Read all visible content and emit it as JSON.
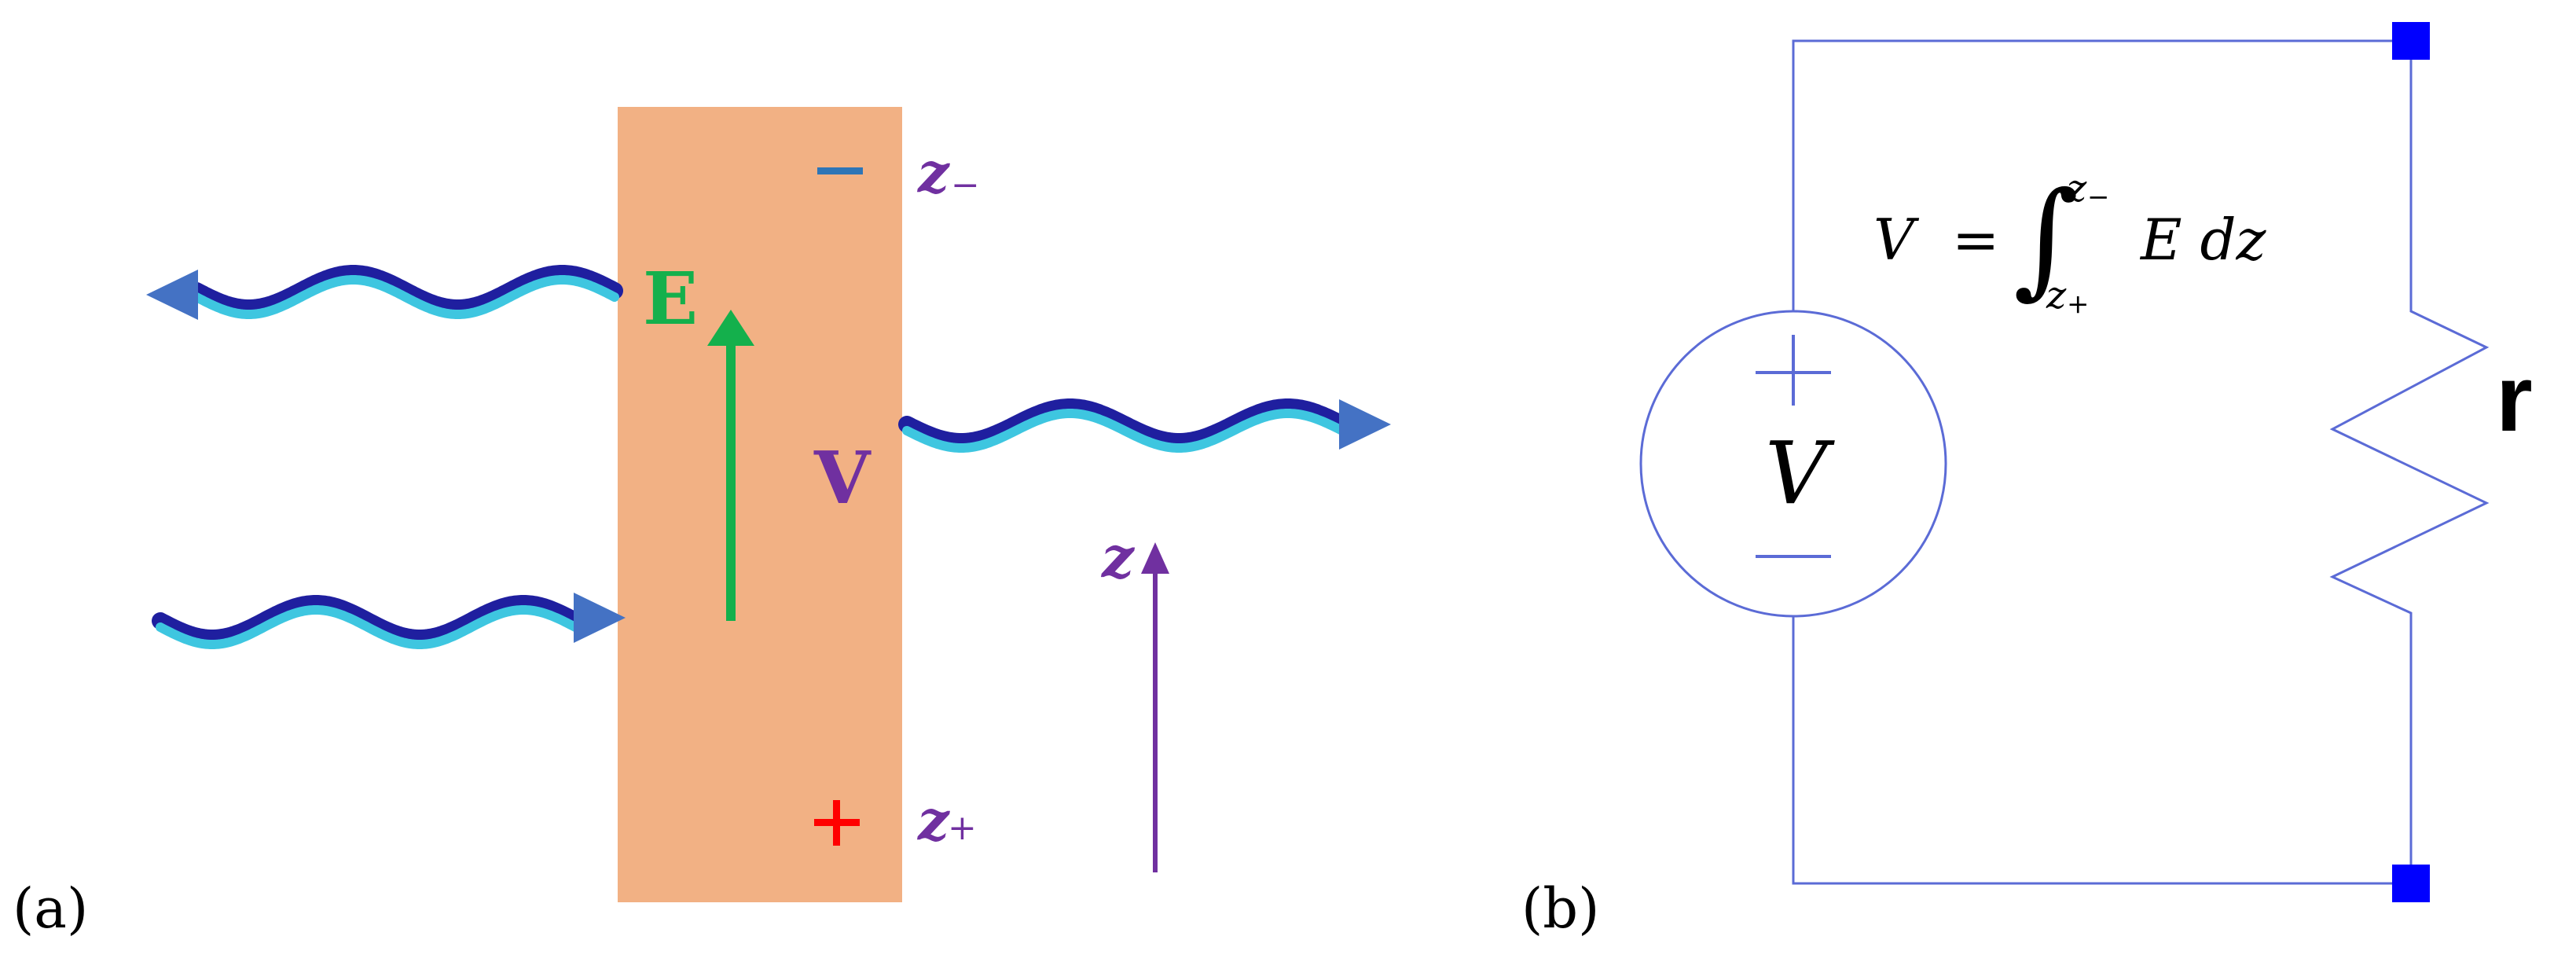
{
  "panel_a": {
    "label": "(a)",
    "field_label": "E",
    "voltage_label": "V",
    "minus_sign": "−",
    "plus_sign": "+",
    "z_minus": "z",
    "z_minus_sub": "−",
    "z_plus": "z",
    "z_plus_sub": "+",
    "axis_label": "z",
    "colors": {
      "slab": "#f2b184",
      "field_arrow": "#14b04c",
      "voltage": "#7030a0",
      "minus": "#2e75b6",
      "plus": "#ff0000",
      "wave_outer": "#1f1f9f",
      "wave_inner": "#3ec6e0",
      "arrowhead": "#4472c4"
    }
  },
  "panel_b": {
    "label": "(b)",
    "source_label": "V",
    "source_plus": "+",
    "equation_lhs": "V",
    "equation_eq": "=",
    "integral_sign": "∫",
    "upper_limit": "z",
    "upper_limit_sub": "−",
    "lower_limit": "z",
    "lower_limit_sub": "+",
    "integrand": "E dz",
    "resistor_label": "r",
    "colors": {
      "wire": "#5b6bd6",
      "terminal": "#0000ff"
    }
  }
}
